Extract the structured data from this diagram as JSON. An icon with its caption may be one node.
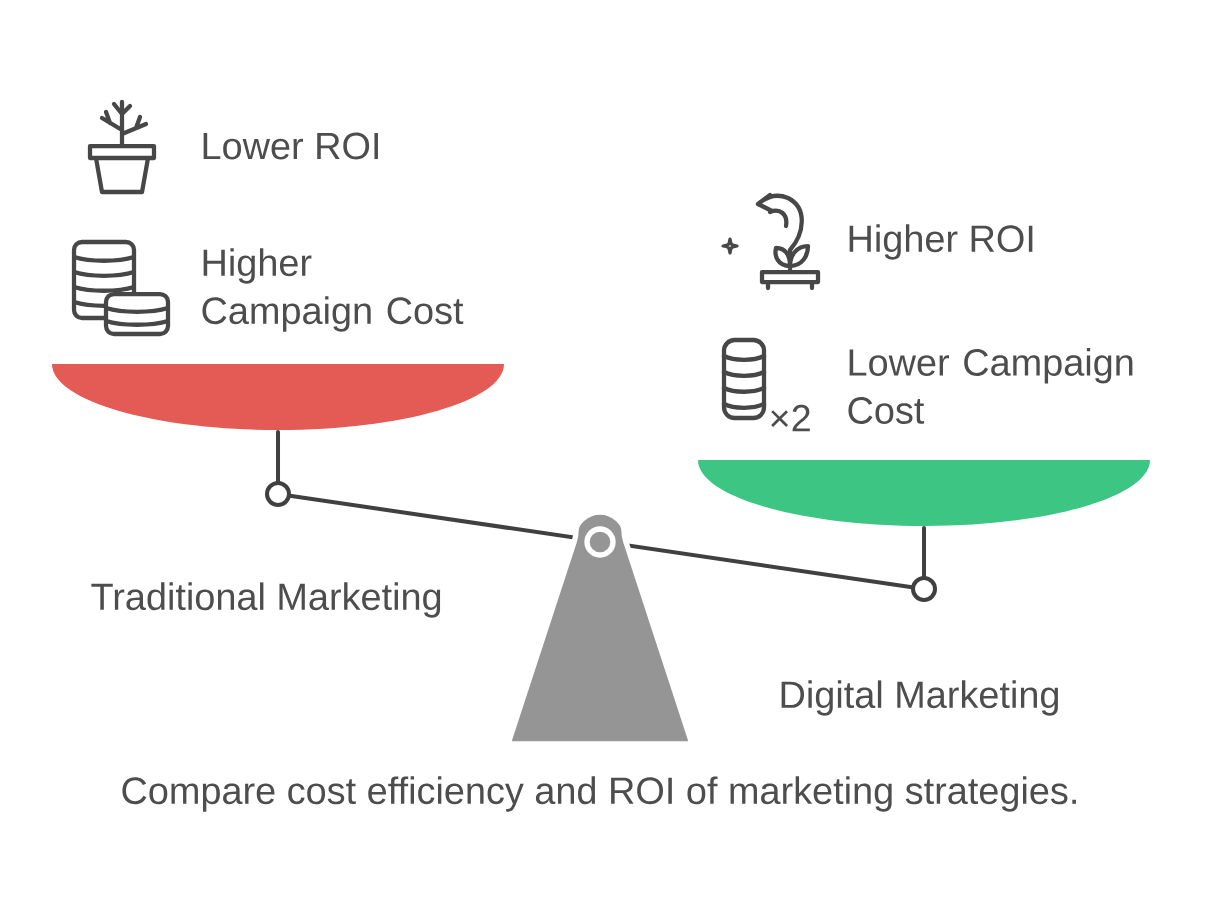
{
  "diagram": {
    "caption": "Compare cost efficiency and ROI of marketing strategies.",
    "labels": [
      "Lower ROI",
      "Higher Campaign Cost",
      "Higher ROI",
      "×2",
      "Lower Campaign Cost",
      "Traditional Marketing",
      "Digital Marketing"
    ]
  }
}
